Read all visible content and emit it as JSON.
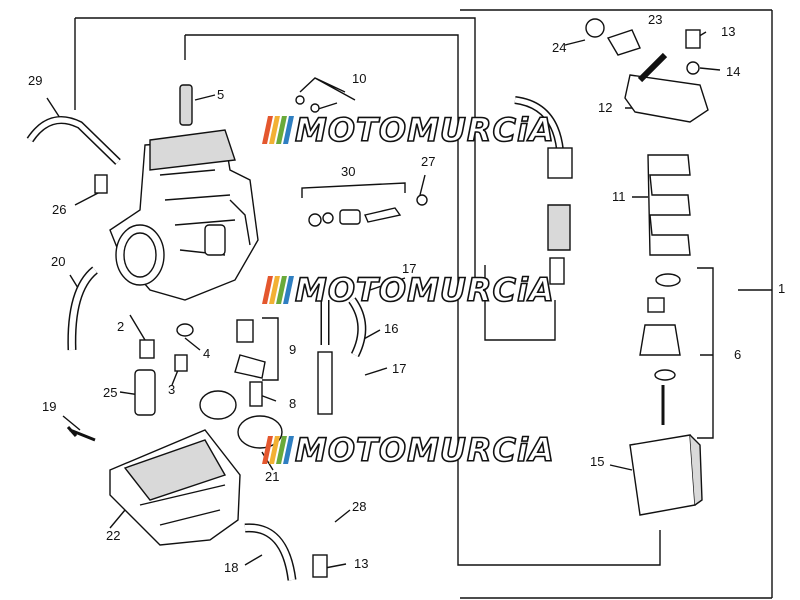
{
  "watermark": {
    "text": "MOTOMURCiA",
    "stripe_colors": [
      "#e4572e",
      "#f2b134",
      "#6aaa3a",
      "#2f7fc1"
    ]
  },
  "callouts": [
    "1",
    "2",
    "3",
    "4",
    "5",
    "6",
    "8",
    "9",
    "10",
    "11",
    "12",
    "13",
    "13",
    "14",
    "15",
    "16",
    "17",
    "17",
    "18",
    "19",
    "20",
    "21",
    "22",
    "23",
    "24",
    "25",
    "26",
    "27",
    "28",
    "29",
    "30"
  ],
  "colors": {
    "line": "#111111",
    "fill": "#ffffff",
    "shade": "#d9d9d9"
  }
}
